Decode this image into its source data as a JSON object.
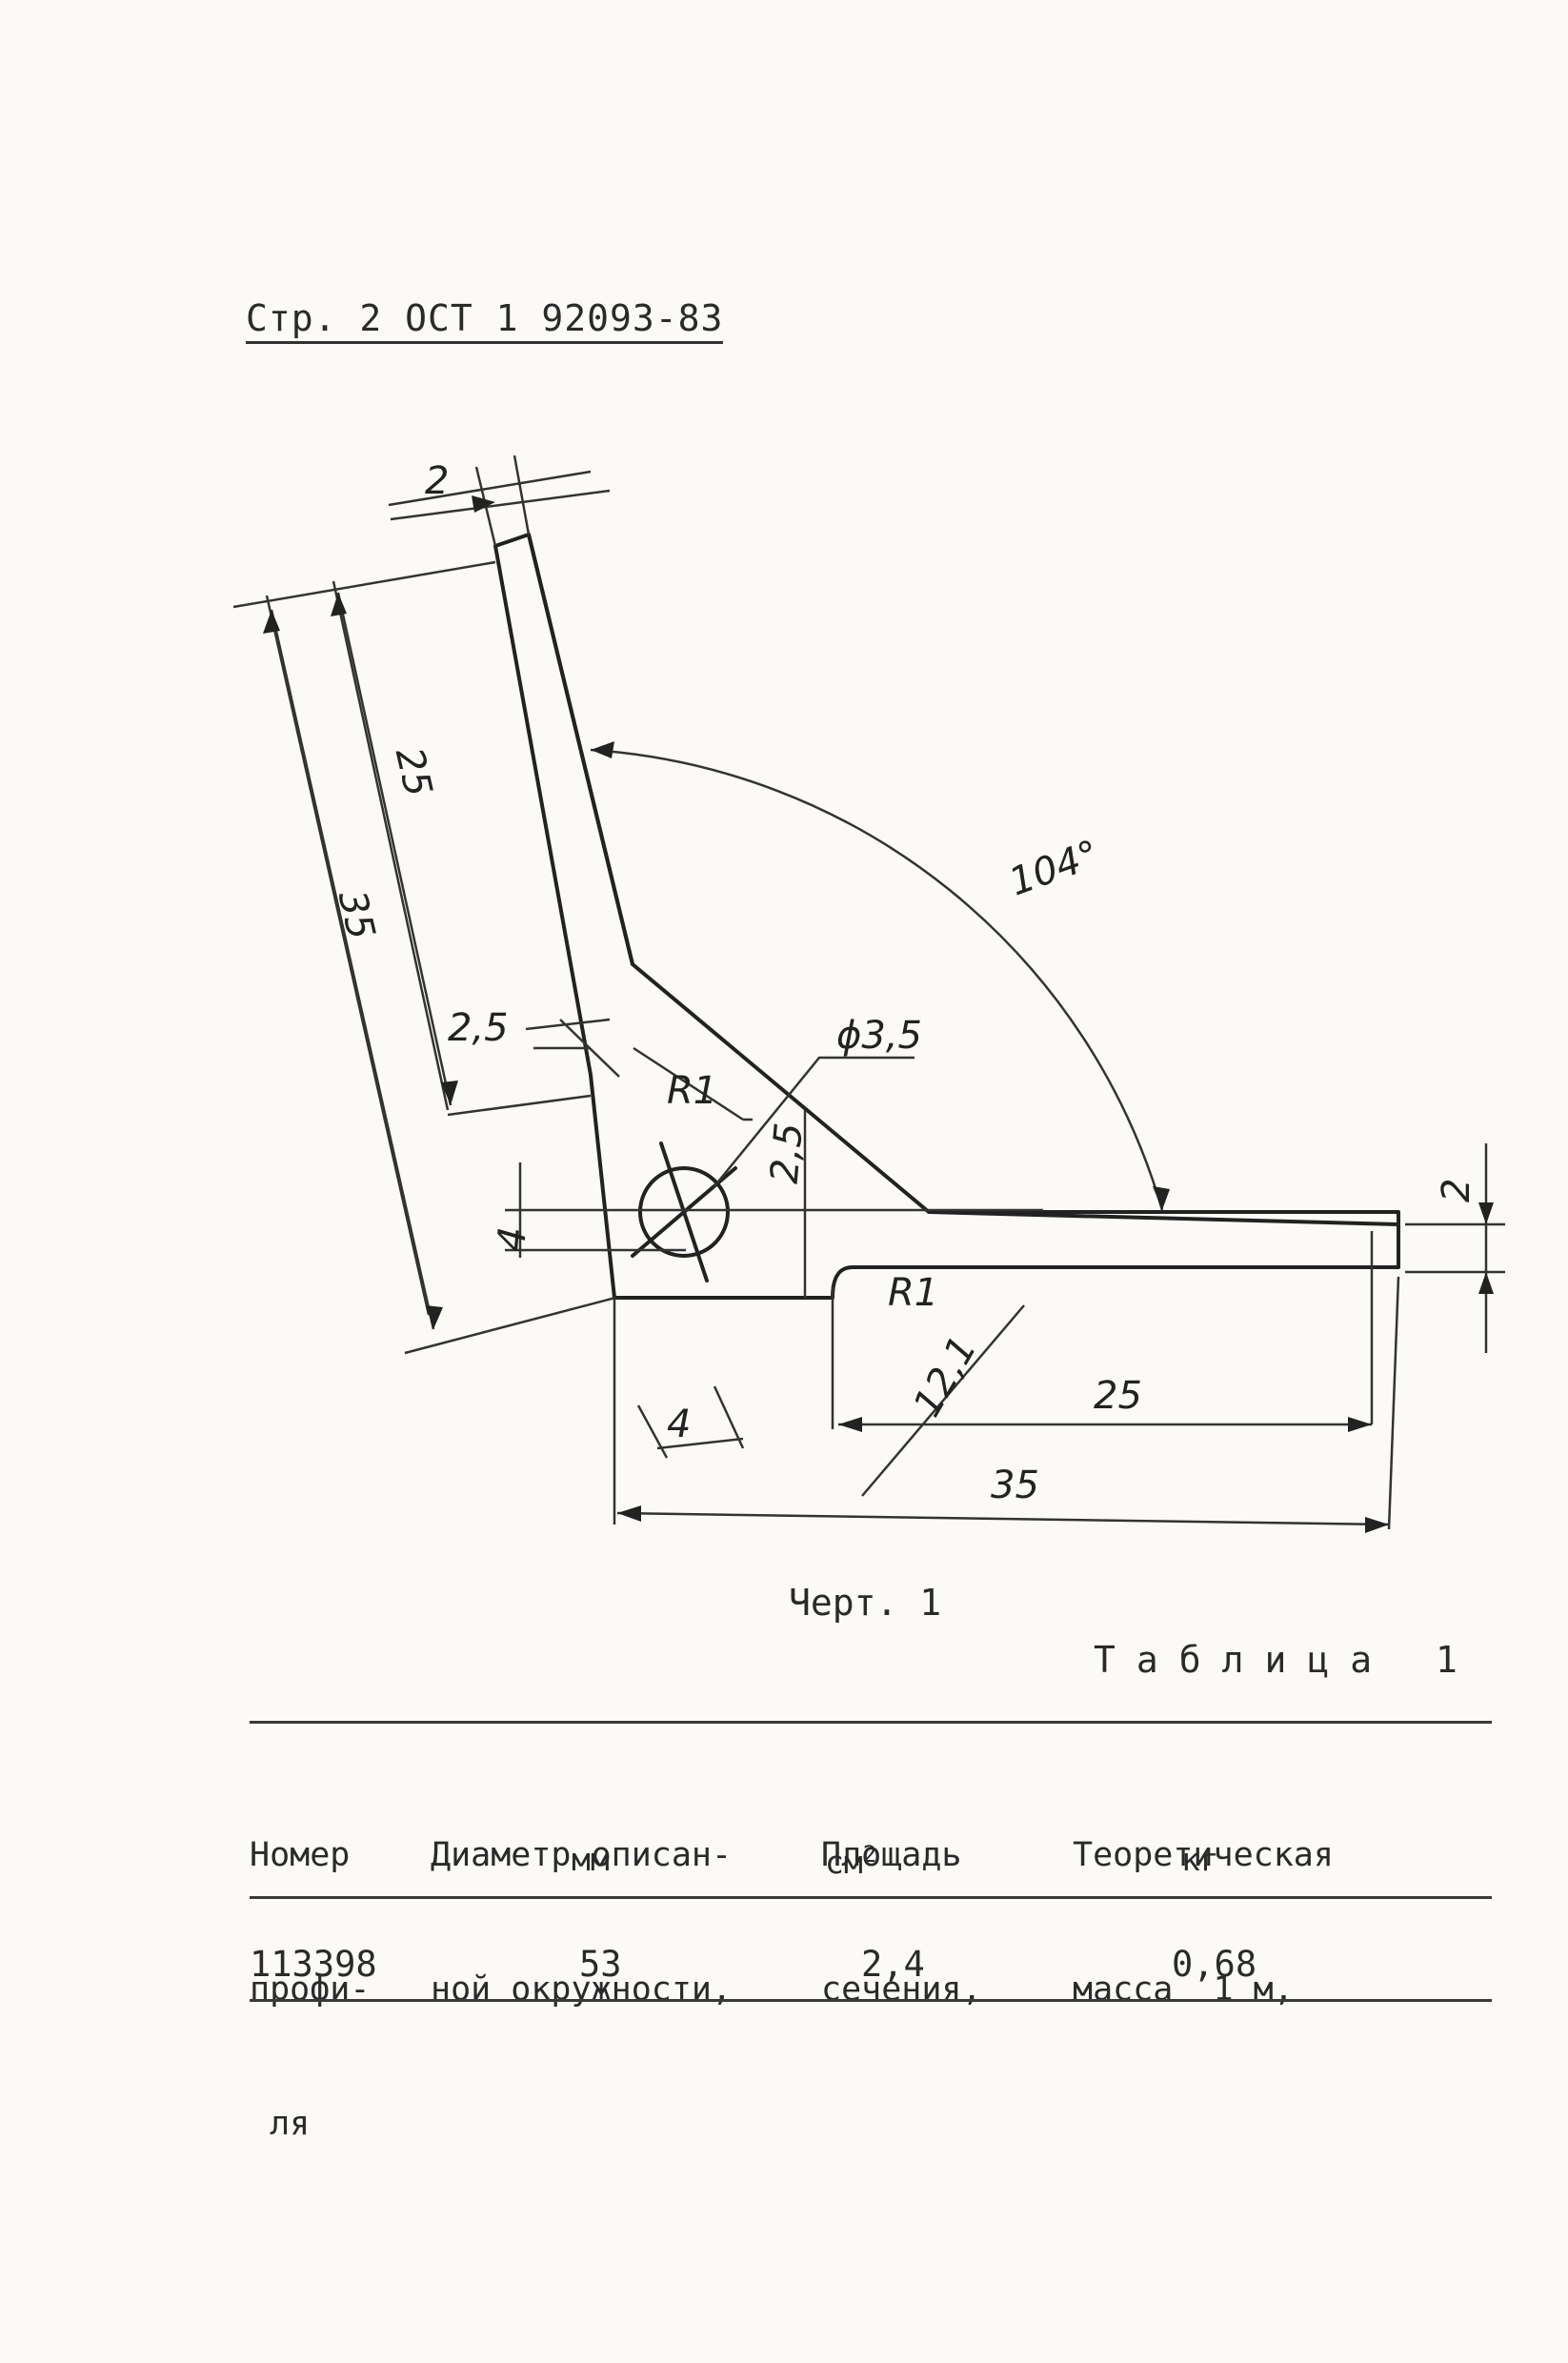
{
  "header": {
    "text": "Стр. 2 ОСТ 1 92093-83"
  },
  "drawing": {
    "dims": {
      "thk_top": "2",
      "len_25_left": "25",
      "len_35_left": "35",
      "angle": "104°",
      "dim_2_5_a": "2,5",
      "r1_a": "R1",
      "phi": "ϕ3,5",
      "dim_2_5_b": "2,5",
      "dim_4_a": "4",
      "r1_b": "R1",
      "dim_12_1": "12,1",
      "dim_4_b": "4",
      "len_25_bottom": "25",
      "len_35_bottom": "35",
      "thk_right": "2"
    }
  },
  "caption": "Черт. 1",
  "table_label": "Таблица 1",
  "table": {
    "headers": [
      {
        "lines": [
          "Номер",
          "профи-",
          " ля"
        ]
      },
      {
        "lines": [
          "Диаметр описан-",
          "ной окружности,"
        ],
        "unit": "мм"
      },
      {
        "lines": [
          "Площадь",
          "сечения,"
        ],
        "unit": "см",
        "unit_sup": "2"
      },
      {
        "lines": [
          "Теоретическая",
          "масса  1 м,"
        ],
        "unit": "кг"
      }
    ],
    "rows": [
      [
        "113398",
        "53",
        "2,4",
        "0,68"
      ]
    ]
  }
}
